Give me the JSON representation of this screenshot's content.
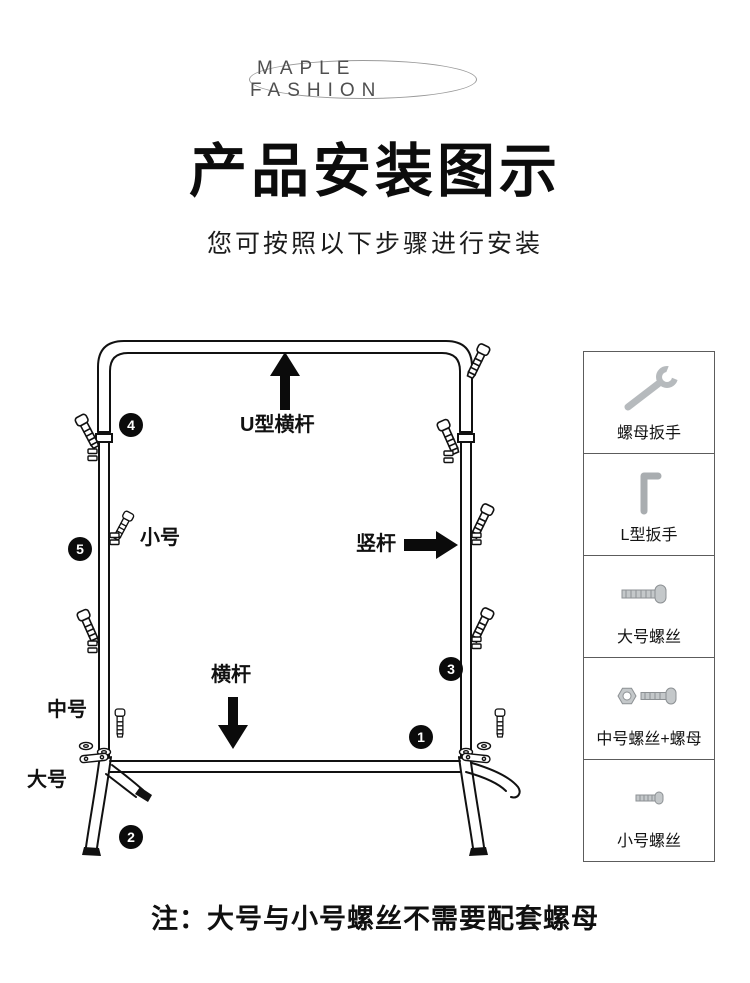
{
  "brand": {
    "label": "MAPLE FASHION"
  },
  "header": {
    "title": "产品安装图示",
    "subtitle": "您可按照以下步骤进行安装"
  },
  "diagram": {
    "part_labels": {
      "u_top_bar": "U型横杆",
      "small_screw": "小号",
      "vertical_pole": "竖杆",
      "cross_bar": "横杆",
      "medium_screw": "中号",
      "large_screw": "大号"
    },
    "step_numbers": [
      "1",
      "2",
      "3",
      "4",
      "5"
    ],
    "icons": [
      "up-arrow-icon",
      "right-arrow-icon",
      "down-arrow-icon"
    ]
  },
  "parts_panel": {
    "items": [
      {
        "icon": "nut-wrench-icon",
        "label": "螺母扳手"
      },
      {
        "icon": "l-wrench-icon",
        "label": "L型扳手"
      },
      {
        "icon": "large-screw-icon",
        "label": "大号螺丝"
      },
      {
        "icon": "medium-screw-nut-icon",
        "label": "中号螺丝+螺母"
      },
      {
        "icon": "small-screw-icon",
        "label": "小号螺丝"
      }
    ]
  },
  "footer": {
    "note": "注：大号与小号螺丝不需要配套螺母"
  },
  "colors": {
    "line": "#111111",
    "background": "#ffffff",
    "badge": "#0b0b0b"
  }
}
